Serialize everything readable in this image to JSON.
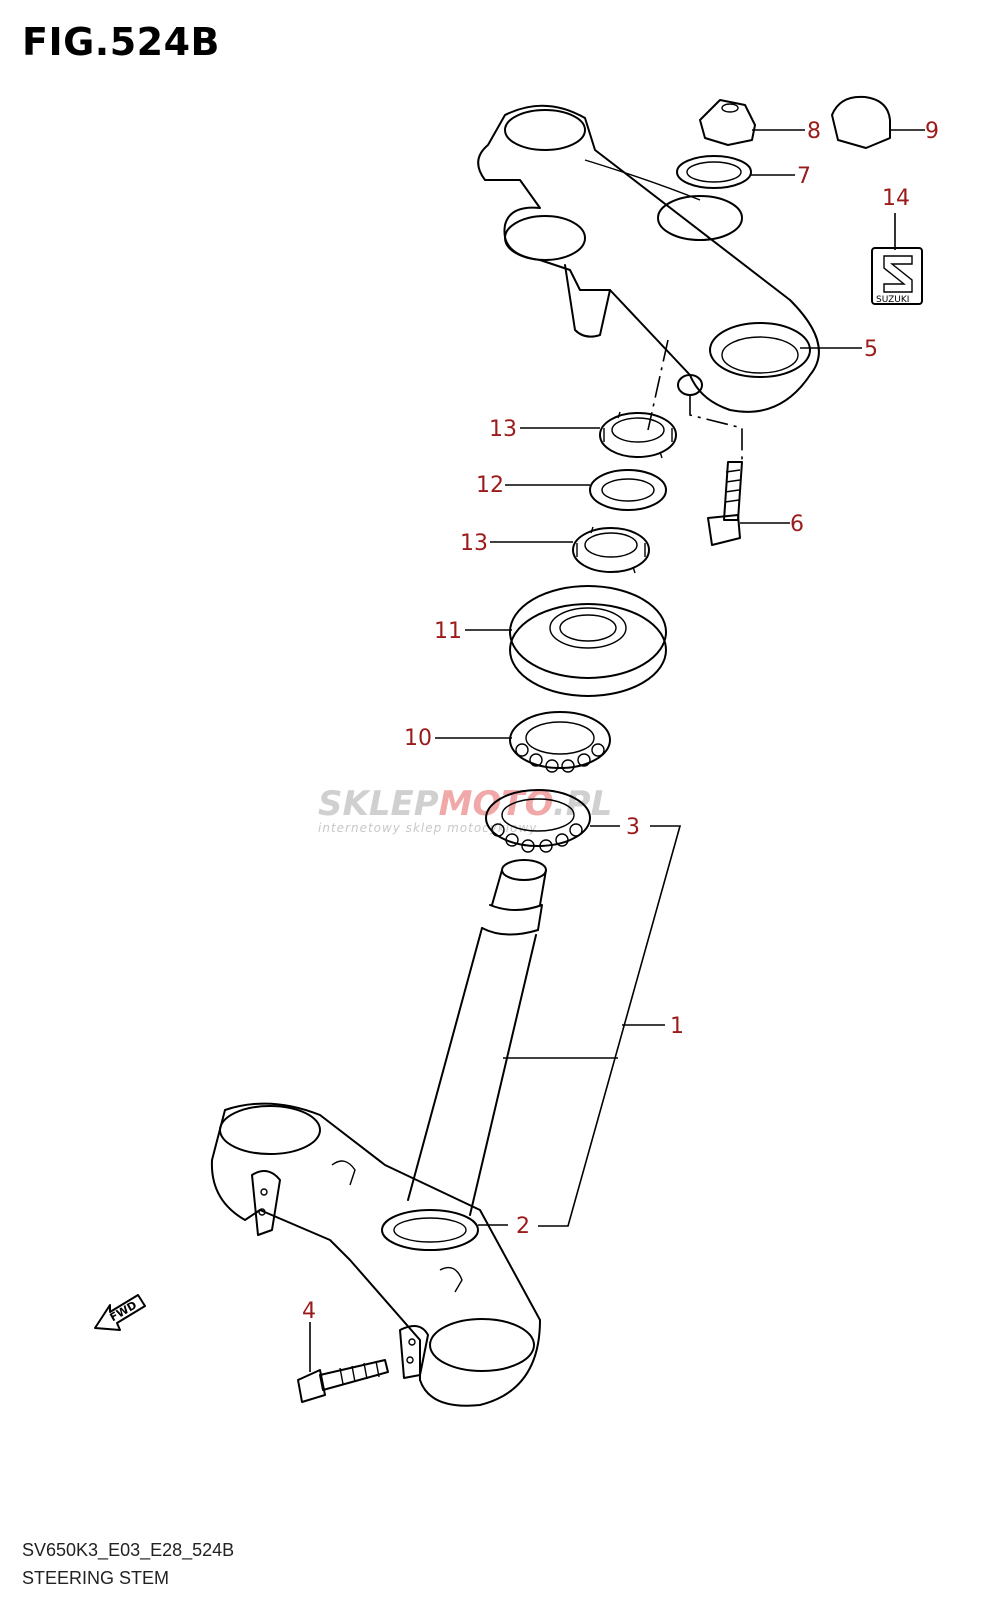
{
  "figure": {
    "title": "FIG.524B",
    "diagram_code": "SV650K3_E03_E28_524B",
    "diagram_name": "STEERING STEM"
  },
  "callouts": [
    {
      "id": "c1",
      "label": "1"
    },
    {
      "id": "c2",
      "label": "2"
    },
    {
      "id": "c3",
      "label": "3"
    },
    {
      "id": "c4",
      "label": "4"
    },
    {
      "id": "c5",
      "label": "5"
    },
    {
      "id": "c6",
      "label": "6"
    },
    {
      "id": "c7",
      "label": "7"
    },
    {
      "id": "c8",
      "label": "8"
    },
    {
      "id": "c9",
      "label": "9"
    },
    {
      "id": "c10",
      "label": "10"
    },
    {
      "id": "c11",
      "label": "11"
    },
    {
      "id": "c12",
      "label": "12"
    },
    {
      "id": "c13a",
      "label": "13"
    },
    {
      "id": "c13b",
      "label": "13"
    },
    {
      "id": "c14",
      "label": "14"
    }
  ],
  "fwd_label": "FWD",
  "emblem_text": "SUZUKI",
  "watermark": {
    "brand_left": "SKLEP",
    "brand_right": "MOTO",
    "brand_suffix": ".PL",
    "tagline": "internetowy sklep motocyklowy"
  },
  "colors": {
    "callout": "#9b1b1b",
    "line": "#000000",
    "watermark_gray": "#d0d0d0",
    "watermark_red": "#f0a8a8"
  }
}
